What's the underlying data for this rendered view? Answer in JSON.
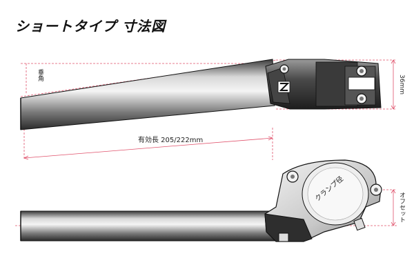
{
  "title": "ショートタイプ 寸法図",
  "labels": {
    "drop_angle": "垂角",
    "effective_length": "有効長  205/222mm",
    "height": "36mm",
    "clamp_diameter": "クランプ径",
    "offset": "オフセット"
  },
  "colors": {
    "dimension_line": "#e0506a",
    "outline": "#111111",
    "metal_dark": "#2e2e2e",
    "metal_mid": "#6a6a6a",
    "metal_light": "#d8d8d8"
  },
  "icons": {
    "brand_logo": "z-logo-icon"
  }
}
